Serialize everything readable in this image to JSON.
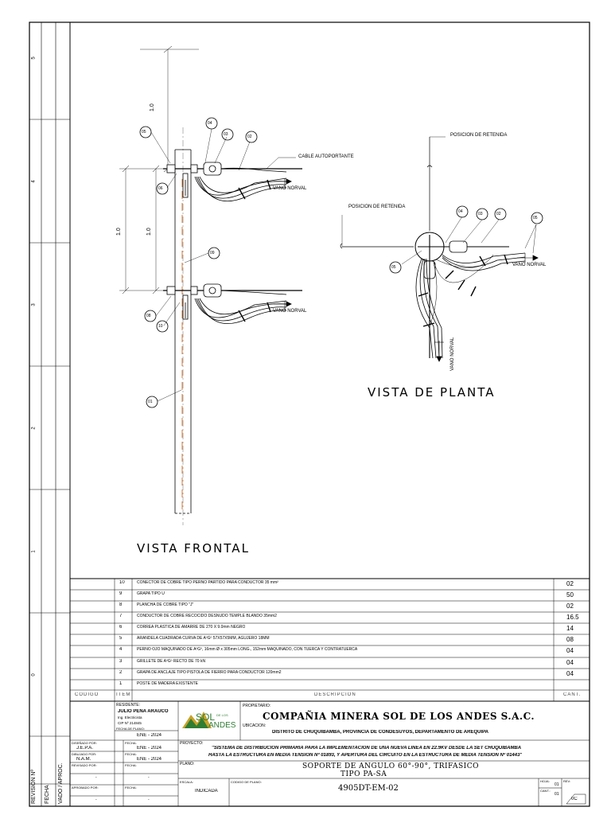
{
  "views": {
    "frontal_title": "VISTA  FRONTAL",
    "planta_title": "VISTA  DE  PLANTA"
  },
  "frontal": {
    "dim_top": "1.0",
    "dim_left": "1.0",
    "dim_mid": "1.0",
    "cable_label": "CABLE AUTOPORTANTE",
    "vano_1": "VANO NORVAL",
    "vano_2": "VANO NORVAL",
    "tags": [
      "05",
      "04",
      "03",
      "02",
      "06",
      "09",
      "08",
      "10",
      "01"
    ]
  },
  "planta": {
    "retenida_1": "POSICION DE RETENIDA",
    "retenida_2": "POSICION DE RETENIDA",
    "vano_h": "VANO NORVAL",
    "vano_v": "VANO NORVAL",
    "tags": [
      "04",
      "03",
      "02",
      "05",
      "05"
    ]
  },
  "border": {
    "zones": [
      "5",
      "4",
      "3",
      "2",
      "1",
      "0"
    ],
    "revision_cols": [
      "REVISION Nº",
      "FECHA",
      "VADO / APROC."
    ]
  },
  "bom": {
    "headers": {
      "code": "CODIGO",
      "item": "ITEM",
      "desc": "DESCRIPCION",
      "qty": "CANT."
    },
    "rows": [
      {
        "item": "10",
        "desc": "CONECTOR DE COBRE TIPO PERNO PARTIDO PARA CONDUCTOR 35 mm²",
        "qty": "02"
      },
      {
        "item": "9",
        "desc": "GRAPA TIPO U",
        "qty": "50"
      },
      {
        "item": "8",
        "desc": "PLANCHA DE COBRE TIPO \"J\"",
        "qty": "02"
      },
      {
        "item": "7",
        "desc": "CONDUCTOR DE COBRE RECOCIDO DESNUDO TEMPLE BLANDO 35mm2",
        "qty": "16.5"
      },
      {
        "item": "6",
        "desc": "CORREA PLASTICA DE AMARRE DE 270 X 9.0mm NEGRO",
        "qty": "14"
      },
      {
        "item": "5",
        "desc": "ARANDELA CUADRADA CURVA DE AºGº 57X57X5MM, AGUJERO 18MM",
        "qty": "08"
      },
      {
        "item": "4",
        "desc": "PERNO OJO MAQUINADO DE AºGº, 16mm Ø x 305mm LONG., 152mm MAQUINADO, CON TUERCA Y CONTRATUERCA",
        "qty": "04"
      },
      {
        "item": "3",
        "desc": "GRILLETE DE AºGº RECTO DE  70 kN",
        "qty": "04"
      },
      {
        "item": "2",
        "desc": "GRAPA DE ANCLAJE TIPO PISTOLA DE FIERRO PARA CONDUCTOR 120mm2",
        "qty": "04"
      },
      {
        "item": "1",
        "desc": "POSTE DE MADERA EXISTENTE",
        "qty": ""
      }
    ]
  },
  "title_block": {
    "residente_label": "RESIDENTE:",
    "residente_name": "JULIO PEÑA ARAUCO",
    "residente_role": "Ing. Electricista",
    "residente_cip": "CIP Nº 214845",
    "fecha_plano_label": "FECHA DE PLANO:",
    "fecha_plano": "ENE - 2024",
    "disenado_label": "DISEÑADO POR:",
    "disenado": "J.E.P.A.",
    "dibujado_label": "DIBUJADO POR:",
    "dibujado": "N.A.M.",
    "revisado_label": "REVISADO POR:",
    "aprobado_label": "APROBADO POR:",
    "fecha_label": "FECHA:",
    "fecha_1": "ENE - 2024",
    "fecha_2": "ENE - 2024",
    "dash": "-",
    "logo_top": "SOL",
    "logo_small": "DE LOS",
    "logo_bottom": "ANDES",
    "propietario_label": "PROPIETARIO:",
    "company": "COMPAÑIA MINERA SOL DE LOS ANDES S.A.C.",
    "ubicacion_label": "UBICACION:",
    "ubicacion": "DISTRITO DE CHUQUIBAMBA, PROVINCIA DE CONDESUYOS, DEPARTAMENTO DE AREQUIPA",
    "proyecto_label": "PROYECTO:",
    "proyecto_1": "\"SISTEMA DE DISTRIBUCIÓN PRIMARIA PARA LA IMPLEMENTACIÓN DE UNA NUEVA LÍNEA EN 22.9KV DESDE LA SET CHUQUIBAMBA",
    "proyecto_2": "HASTA LA ESTRUCTURA EN MEDIA TENSIÓN Nº 01893, Y APERTURA DEL CIRCUITO EN LA ESTRUCTURA DE MEDIA TENSIÓN Nº 01443\"",
    "plano_label": "PLANO:",
    "plano_1": "SOPORTE DE ÁNGULO 60°-90°, TRIFÁSICO",
    "plano_2": "TIPO PA-SA",
    "escala_label": "ESCALA:",
    "escala": "INDICADA",
    "codigo_label": "CODIGO DE PLANO:",
    "codigo": "4905DT-EM-02",
    "hoja_label": "HOJA:",
    "hoja": "01",
    "cant_label": "CANT.:",
    "cant": "01",
    "rev_label": "REV:",
    "rev": "0C"
  },
  "colors": {
    "ink": "#000000",
    "ground_wire": "#d2691e",
    "logo_green": "#2e7d32",
    "logo_gold": "#c9a227"
  }
}
